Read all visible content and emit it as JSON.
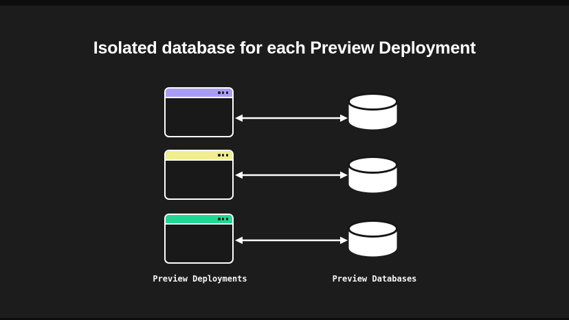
{
  "slide": {
    "title": "Isolated database for each Preview Deployment",
    "background_color": "#1c1c1d",
    "title_color": "#ffffff"
  },
  "columns": {
    "left_label": "Preview Deployments",
    "right_label": "Preview Databases"
  },
  "rows": [
    {
      "id": "row-1",
      "titlebar_color": "#a89df3"
    },
    {
      "id": "row-2",
      "titlebar_color": "#f0ee8d"
    },
    {
      "id": "row-3",
      "titlebar_color": "#1fd992"
    }
  ],
  "colors": {
    "window_border": "#ffffff",
    "window_body": "#191919",
    "titlebar_dots": "#1c1c1c",
    "arrow": "#ffffff",
    "database_fill": "#ffffff",
    "database_outline": "#161616"
  }
}
